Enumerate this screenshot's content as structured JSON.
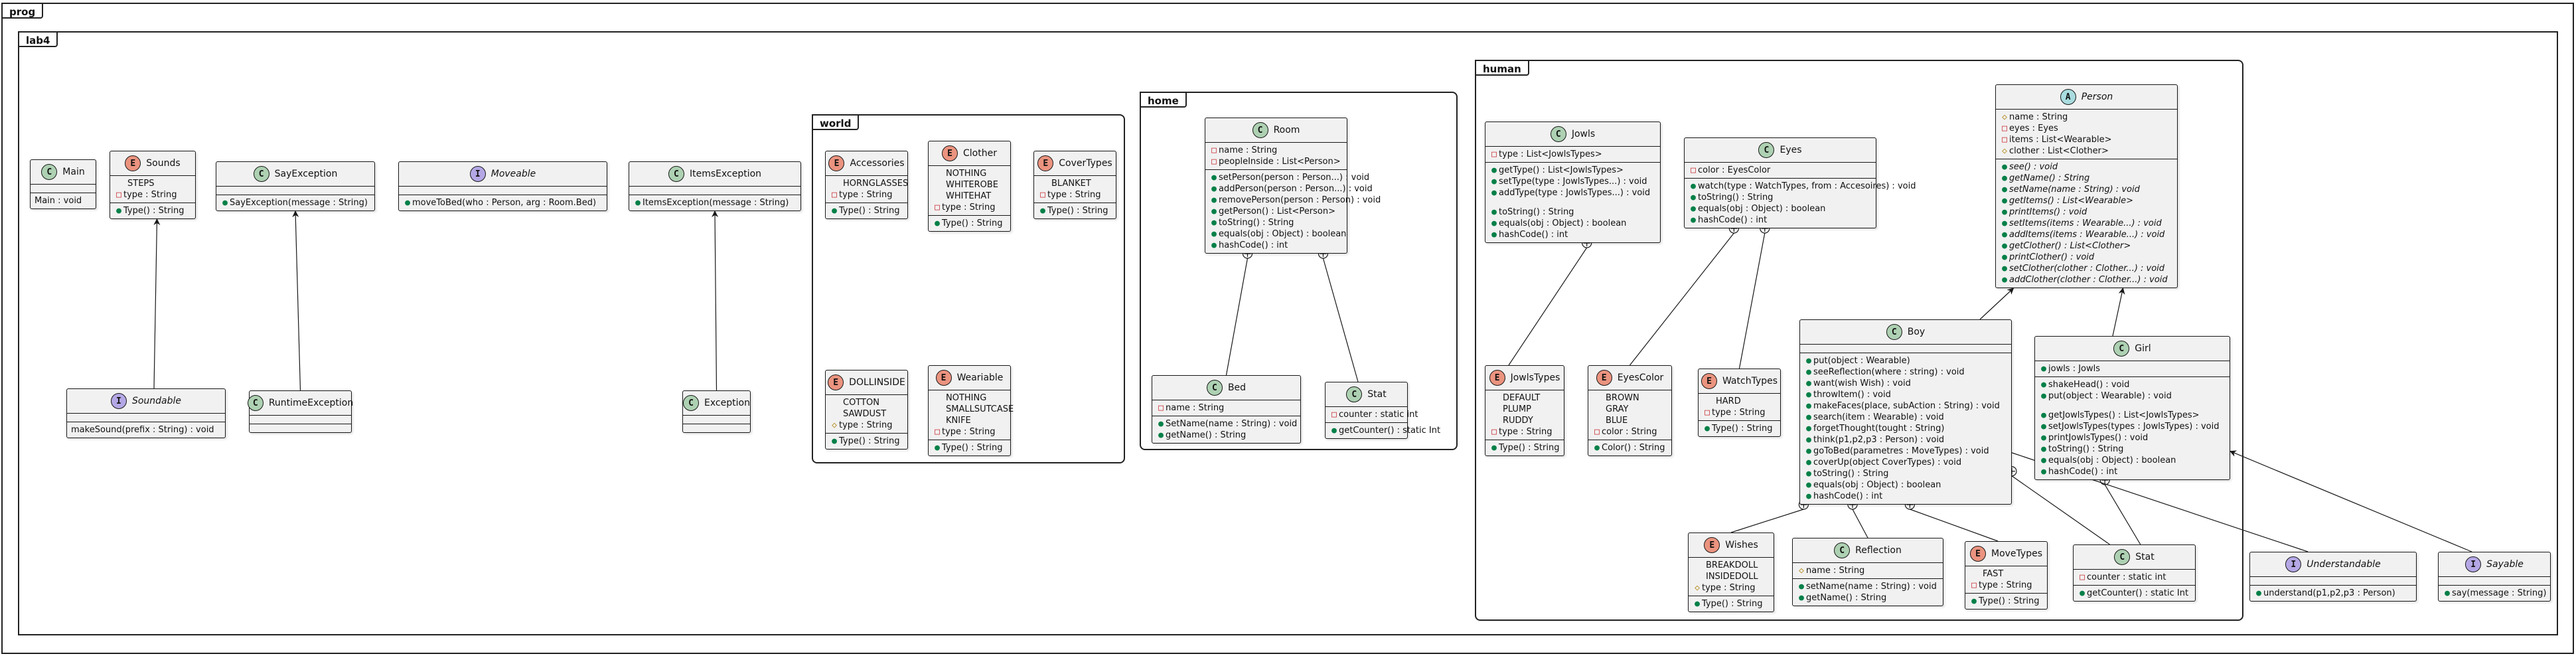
{
  "packages": {
    "prog": "prog",
    "lab4": "lab4",
    "world": "world",
    "home": "home",
    "human": "human"
  },
  "classes": {
    "Main": {
      "kind": "C",
      "name": "Main",
      "italic": false,
      "fields": [],
      "methods": [
        {
          "text": "Main : void",
          "vis": ""
        }
      ]
    },
    "Sounds": {
      "kind": "E",
      "name": "Sounds",
      "italic": false,
      "consts": [
        "STEPS"
      ],
      "fields": [
        {
          "text": "type : String",
          "vis": "priv"
        }
      ],
      "methods": [
        {
          "text": "Type() : String",
          "vis": "pub"
        }
      ]
    },
    "SayException": {
      "kind": "C",
      "name": "SayException",
      "italic": false,
      "fields": [],
      "methods": [
        {
          "text": "SayException(message : String)",
          "vis": "pub"
        }
      ]
    },
    "Moveable": {
      "kind": "I",
      "name": "Moveable",
      "italic": true,
      "fields": [],
      "methods": [
        {
          "text": "moveToBed(who : Person, arg : Room.Bed)",
          "vis": "pub"
        }
      ]
    },
    "ItemsException": {
      "kind": "C",
      "name": "ItemsException",
      "italic": false,
      "fields": [],
      "methods": [
        {
          "text": "ItemsException(message : String)",
          "vis": "pub"
        }
      ]
    },
    "Soundable": {
      "kind": "I",
      "name": "Soundable",
      "italic": true,
      "fields": [],
      "methods": [
        {
          "text": "makeSound(prefix : String) : void",
          "vis": ""
        }
      ]
    },
    "RuntimeException": {
      "kind": "C",
      "name": "RuntimeException",
      "italic": false,
      "fields": [],
      "methods": []
    },
    "Exception": {
      "kind": "C",
      "name": "Exception",
      "italic": false,
      "fields": [],
      "methods": []
    },
    "Accessories": {
      "kind": "E",
      "name": "Accessories",
      "italic": false,
      "consts": [
        "HORNGLASSES"
      ],
      "fields": [
        {
          "text": "type : String",
          "vis": "priv"
        }
      ],
      "methods": [
        {
          "text": "Type() : String",
          "vis": "pub"
        }
      ]
    },
    "Clother": {
      "kind": "E",
      "name": "Clother",
      "italic": false,
      "consts": [
        "NOTHING",
        "WHITEROBE",
        "WHITEHAT"
      ],
      "fields": [
        {
          "text": "type : String",
          "vis": "priv"
        }
      ],
      "methods": [
        {
          "text": "Type() : String",
          "vis": "pub"
        }
      ]
    },
    "CoverTypes": {
      "kind": "E",
      "name": "CoverTypes",
      "italic": false,
      "consts": [
        "BLANKET"
      ],
      "fields": [
        {
          "text": "type : String",
          "vis": "priv"
        }
      ],
      "methods": [
        {
          "text": "Type() : String",
          "vis": "pub"
        }
      ]
    },
    "DOLLINSIDE": {
      "kind": "E",
      "name": "DOLLINSIDE",
      "italic": false,
      "consts": [
        "COTTON",
        "SAWDUST"
      ],
      "fields": [
        {
          "text": "type : String",
          "vis": "prot"
        }
      ],
      "methods": [
        {
          "text": "Type() : String",
          "vis": "pub"
        }
      ]
    },
    "Weariable": {
      "kind": "E",
      "name": "Weariable",
      "italic": false,
      "consts": [
        "NOTHING",
        "SMALLSUTCASE",
        "KNIFE"
      ],
      "fields": [
        {
          "text": "type : String",
          "vis": "priv"
        }
      ],
      "methods": [
        {
          "text": "Type() : String",
          "vis": "pub"
        }
      ]
    },
    "Room": {
      "kind": "C",
      "name": "Room",
      "italic": false,
      "fields": [
        {
          "text": "name : String",
          "vis": "priv"
        },
        {
          "text": "peopleInside : List<Person>",
          "vis": "priv"
        }
      ],
      "methods": [
        {
          "text": "setPerson(person : Person...) : void",
          "vis": "pub"
        },
        {
          "text": "addPerson(person : Person...) : void",
          "vis": "pub"
        },
        {
          "text": "removePerson(person : Person) : void",
          "vis": "pub"
        },
        {
          "text": "getPerson() : List<Person>",
          "vis": "pub"
        },
        {
          "text": "toString() : String",
          "vis": "pub"
        },
        {
          "text": "equals(obj : Object) : boolean",
          "vis": "pub"
        },
        {
          "text": "hashCode() : int",
          "vis": "pub"
        }
      ]
    },
    "Bed": {
      "kind": "C",
      "name": "Bed",
      "italic": false,
      "fields": [
        {
          "text": "name : String",
          "vis": "priv"
        }
      ],
      "methods": [
        {
          "text": "SetName(name : String) : void",
          "vis": "pub"
        },
        {
          "text": "getName() : String",
          "vis": "pub"
        }
      ]
    },
    "StatHome": {
      "kind": "C",
      "name": "Stat",
      "italic": false,
      "fields": [
        {
          "text": "counter : static int",
          "vis": "priv"
        }
      ],
      "methods": [
        {
          "text": "getCounter() : static Int",
          "vis": "pub"
        }
      ]
    },
    "Jowls": {
      "kind": "C",
      "name": "Jowls",
      "italic": false,
      "fields": [
        {
          "text": "type : List<JowlsTypes>",
          "vis": "priv"
        }
      ],
      "methods": [
        {
          "text": "getType() : List<JowlsTypes>",
          "vis": "pub"
        },
        {
          "text": "setType(type : JowlsTypes...) : void",
          "vis": "pub"
        },
        {
          "text": "addType(type : JowlsTypes...) : void",
          "vis": "pub"
        },
        {
          "gap": true
        },
        {
          "text": "toString() : String",
          "vis": "pub"
        },
        {
          "text": "equals(obj : Object) : boolean",
          "vis": "pub"
        },
        {
          "text": "hashCode() : int",
          "vis": "pub"
        }
      ]
    },
    "Eyes": {
      "kind": "C",
      "name": "Eyes",
      "italic": false,
      "fields": [
        {
          "text": "color : EyesColor",
          "vis": "priv"
        }
      ],
      "methods": [
        {
          "text": "watch(type : WatchTypes, from : Accesoires) : void",
          "vis": "pub"
        },
        {
          "text": "toString() : String",
          "vis": "pub"
        },
        {
          "text": "equals(obj : Object) : boolean",
          "vis": "pub"
        },
        {
          "text": "hashCode() : int",
          "vis": "pub"
        }
      ]
    },
    "Person": {
      "kind": "A",
      "name": "Person",
      "italic": true,
      "fields": [
        {
          "text": "name : String",
          "vis": "prot"
        },
        {
          "text": "eyes : Eyes",
          "vis": "priv"
        },
        {
          "text": "items : List<Wearable>",
          "vis": "priv"
        },
        {
          "text": "clother : List<Clother>",
          "vis": "prot"
        }
      ],
      "methods": [
        {
          "text": "see() : void",
          "vis": "pub",
          "it": true
        },
        {
          "text": "getName() : String",
          "vis": "pub",
          "it": true
        },
        {
          "text": "setName(name : String) : void",
          "vis": "pub",
          "it": true
        },
        {
          "text": "getItems() : List<Wearable>",
          "vis": "pub",
          "it": true
        },
        {
          "text": "printItems() : void",
          "vis": "pub",
          "it": true
        },
        {
          "text": "setItems(items : Wearable...) : void",
          "vis": "pub",
          "it": true
        },
        {
          "text": "addItems(items : Wearable...) : void",
          "vis": "pub",
          "it": true
        },
        {
          "text": "getClother() : List<Clother>",
          "vis": "pub",
          "it": true
        },
        {
          "text": "printClother() : void",
          "vis": "pub",
          "it": true
        },
        {
          "text": "setClother(clother : Clother...) : void",
          "vis": "pub",
          "it": true
        },
        {
          "text": "addClother(clother : Clother...) : void",
          "vis": "pub",
          "it": true
        }
      ]
    },
    "JowlsTypes": {
      "kind": "E",
      "name": "JowlsTypes",
      "italic": false,
      "consts": [
        "DEFAULT",
        "PLUMP",
        "RUDDY"
      ],
      "fields": [
        {
          "text": "type : String",
          "vis": "priv"
        }
      ],
      "methods": [
        {
          "text": "Type() : String",
          "vis": "pub"
        }
      ]
    },
    "EyesColor": {
      "kind": "E",
      "name": "EyesColor",
      "italic": false,
      "consts": [
        "BROWN",
        "GRAY",
        "BLUE"
      ],
      "fields": [
        {
          "text": "color : String",
          "vis": "priv"
        }
      ],
      "methods": [
        {
          "text": "Color() : String",
          "vis": "pub"
        }
      ]
    },
    "WatchTypes": {
      "kind": "E",
      "name": "WatchTypes",
      "italic": false,
      "consts": [
        "HARD"
      ],
      "fields": [
        {
          "text": "type : String",
          "vis": "priv"
        }
      ],
      "methods": [
        {
          "text": "Type() : String",
          "vis": "pub"
        }
      ]
    },
    "Boy": {
      "kind": "C",
      "name": "Boy",
      "italic": false,
      "fields": [],
      "methods": [
        {
          "text": "put(object : Wearable)",
          "vis": "pub"
        },
        {
          "text": "seeReflection(where : string) : void",
          "vis": "pub"
        },
        {
          "text": "want(wish Wish) : void",
          "vis": "pub"
        },
        {
          "text": "throwItem() : void",
          "vis": "pub"
        },
        {
          "text": "makeFaces(place, subAction : String) : void",
          "vis": "pub"
        },
        {
          "text": "search(item : Wearable) : void",
          "vis": "pub"
        },
        {
          "text": "forgetThought(tought : String)",
          "vis": "pub"
        },
        {
          "text": "think(p1,p2,p3 : Person) : void",
          "vis": "pub"
        },
        {
          "text": "goToBed(parametres : MoveTypes) : void",
          "vis": "pub"
        },
        {
          "text": "coverUp(object CoverTypes) : void",
          "vis": "pub"
        },
        {
          "text": "toString() : String",
          "vis": "pub"
        },
        {
          "text": "equals(obj : Object) : boolean",
          "vis": "pub"
        },
        {
          "text": "hashCode() : int",
          "vis": "pub"
        }
      ]
    },
    "Girl": {
      "kind": "C",
      "name": "Girl",
      "italic": false,
      "fields": [
        {
          "text": "jowls : Jowls",
          "vis": "pub"
        }
      ],
      "methods": [
        {
          "text": "shakeHead() : void",
          "vis": "pub"
        },
        {
          "text": "put(object : Wearable) : void",
          "vis": "pub"
        },
        {
          "gap": true
        },
        {
          "text": "getJowlsTypes() : List<JowlsTypes>",
          "vis": "pub"
        },
        {
          "text": "setJowlsTypes(types : JowlsTypes) : void",
          "vis": "pub"
        },
        {
          "text": "printJowlsTypes() : void",
          "vis": "pub"
        },
        {
          "text": "toString() : String",
          "vis": "pub"
        },
        {
          "text": "equals(obj : Object) : boolean",
          "vis": "pub"
        },
        {
          "text": "hashCode() : int",
          "vis": "pub"
        }
      ]
    },
    "Wishes": {
      "kind": "E",
      "name": "Wishes",
      "italic": false,
      "consts": [
        "BREAKDOLL",
        "INSIDEDOLL"
      ],
      "fields": [
        {
          "text": "type : String",
          "vis": "prot"
        }
      ],
      "methods": [
        {
          "text": "Type() : String",
          "vis": "pub"
        }
      ]
    },
    "Reflection": {
      "kind": "C",
      "name": "Reflection",
      "italic": false,
      "fields": [
        {
          "text": "name : String",
          "vis": "prot"
        }
      ],
      "methods": [
        {
          "text": "setName(name : String) : void",
          "vis": "pub"
        },
        {
          "text": "getName() : String",
          "vis": "pub"
        }
      ]
    },
    "MoveTypes": {
      "kind": "E",
      "name": "MoveTypes",
      "italic": false,
      "consts": [
        "FAST"
      ],
      "fields": [
        {
          "text": "type : String",
          "vis": "priv"
        }
      ],
      "methods": [
        {
          "text": "Type() : String",
          "vis": "pub"
        }
      ]
    },
    "StatHuman": {
      "kind": "C",
      "name": "Stat",
      "italic": false,
      "fields": [
        {
          "text": "counter : static int",
          "vis": "priv"
        }
      ],
      "methods": [
        {
          "text": "getCounter() : static Int",
          "vis": "pub"
        }
      ]
    },
    "Understandable": {
      "kind": "I",
      "name": "Understandable",
      "italic": true,
      "fields": [],
      "methods": [
        {
          "text": "understand(p1,p2,p3 : Person)",
          "vis": "pub"
        }
      ]
    },
    "Sayable": {
      "kind": "I",
      "name": "Sayable",
      "italic": true,
      "fields": [],
      "methods": [
        {
          "text": "say(message : String)",
          "vis": "pub"
        }
      ]
    }
  },
  "visibility_symbols": {
    "pub": "●",
    "priv": "□",
    "prot": "◇"
  },
  "colors": {
    "class": "#add1b2",
    "enum": "#eb937f",
    "interface": "#b4a7e5",
    "abstract": "#a9dcdf",
    "box": "#f1f1f1"
  }
}
